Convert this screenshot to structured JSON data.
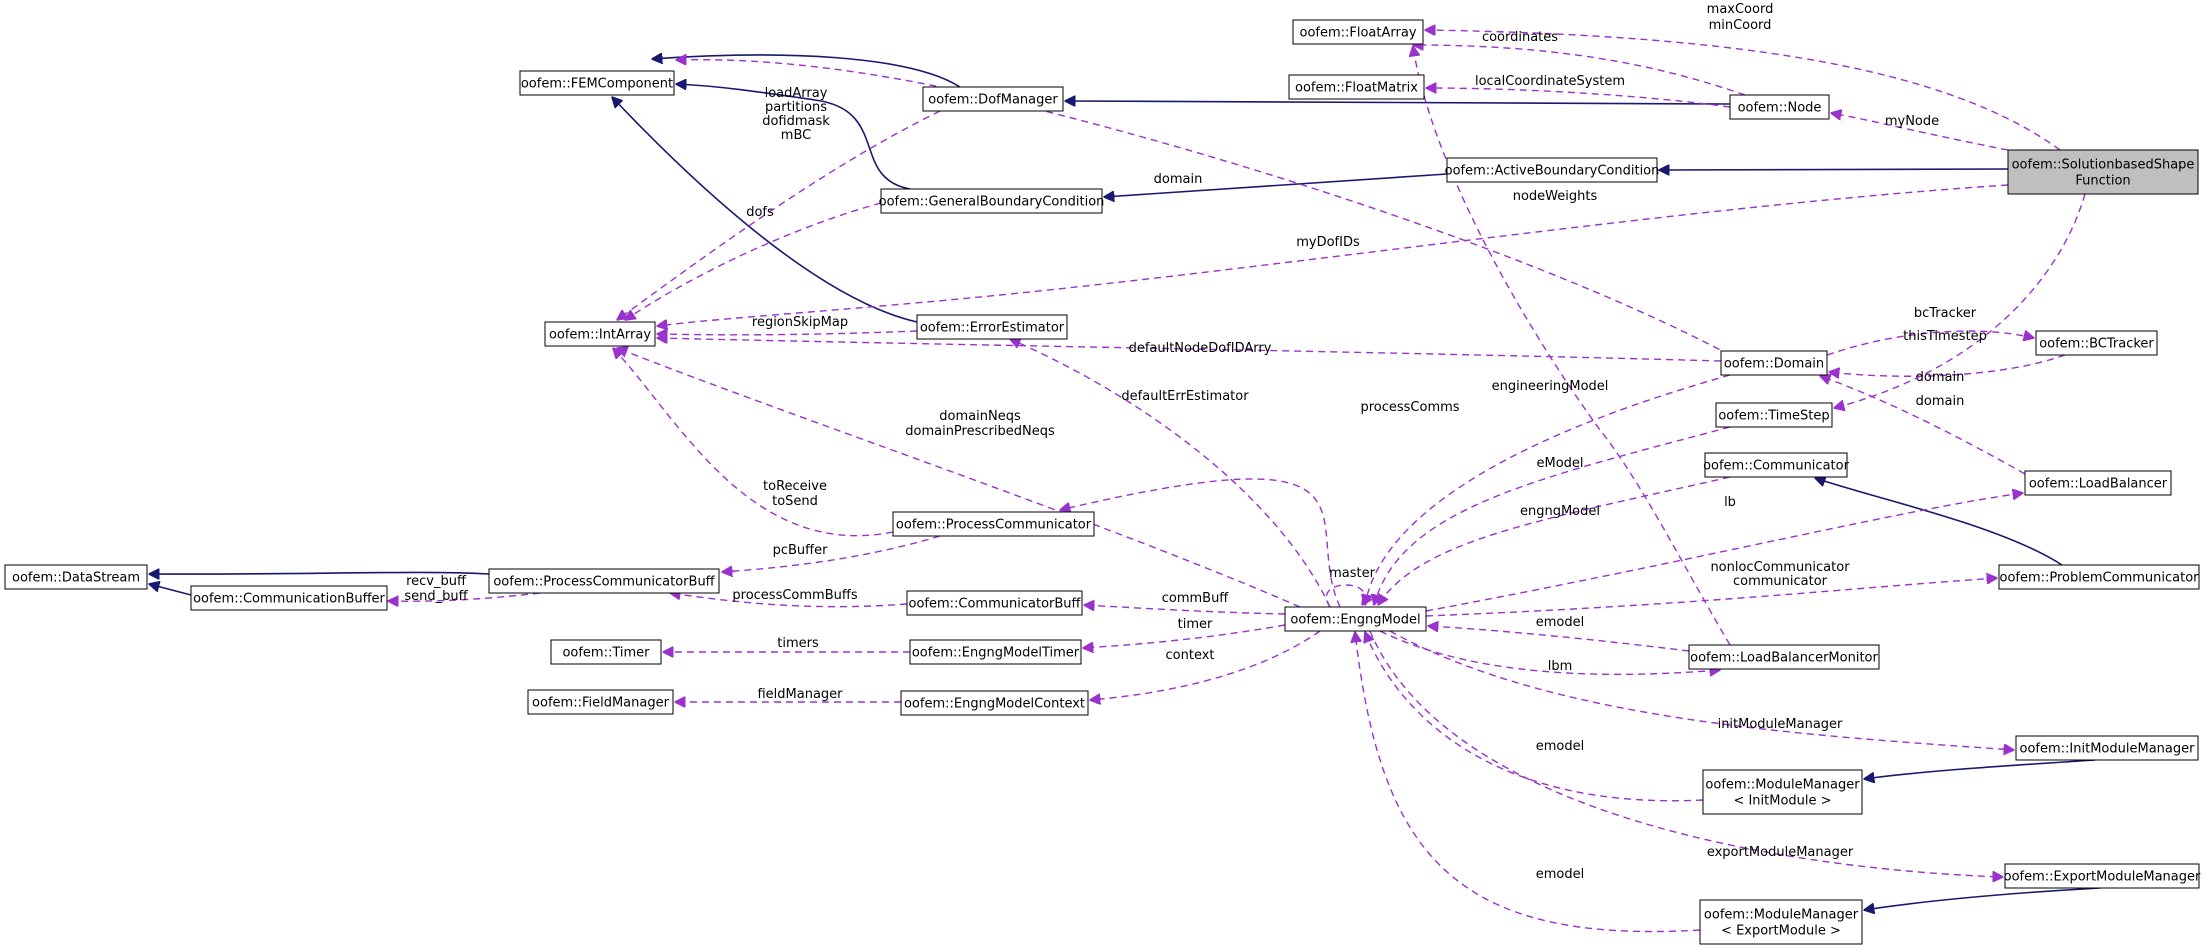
{
  "colors": {
    "inheritance": "#191970",
    "usage": "#9a32cd",
    "focus_fill": "#bfbfbf"
  },
  "nodes": {
    "float_array": "oofem::FloatArray",
    "float_matrix": "oofem::FloatMatrix",
    "fem_component": "oofem::FEMComponent",
    "dof_manager": "oofem::DofManager",
    "node": "oofem::Node",
    "active_bc": "oofem::ActiveBoundaryCondition",
    "solution_shape_function": [
      "oofem::SolutionbasedShape",
      "Function"
    ],
    "general_bc": "oofem::GeneralBoundaryCondition",
    "int_array": "oofem::IntArray",
    "error_estimator": "oofem::ErrorEstimator",
    "domain": "oofem::Domain",
    "bc_tracker": "oofem::BCTracker",
    "time_step": "oofem::TimeStep",
    "communicator": "oofem::Communicator",
    "load_balancer": "oofem::LoadBalancer",
    "process_communicator": "oofem::ProcessCommunicator",
    "data_stream": "oofem::DataStream",
    "process_comm_buff": "oofem::ProcessCommunicatorBuff",
    "communication_buffer": "oofem::CommunicationBuffer",
    "communicator_buff": "oofem::CommunicatorBuff",
    "engng_model": "oofem::EngngModel",
    "problem_communicator": "oofem::ProblemCommunicator",
    "timer": "oofem::Timer",
    "engng_model_timer": "oofem::EngngModelTimer",
    "load_balancer_monitor": "oofem::LoadBalancerMonitor",
    "field_manager": "oofem::FieldManager",
    "engng_model_context": "oofem::EngngModelContext",
    "init_module_manager": "oofem::InitModuleManager",
    "module_manager_init": [
      "oofem::ModuleManager",
      "< InitModule >"
    ],
    "export_module_manager": "oofem::ExportModuleManager",
    "module_manager_export": [
      "oofem::ModuleManager",
      "< ExportModule >"
    ]
  },
  "edges": [
    {
      "id": "dofmanager-femcomponent",
      "kind": "inheritance",
      "labels": []
    },
    {
      "id": "generalbc-femcomponent",
      "kind": "inheritance",
      "labels": []
    },
    {
      "id": "errorestimator-femcomponent",
      "kind": "inheritance",
      "labels": []
    },
    {
      "id": "node-dofmanager",
      "kind": "inheritance",
      "labels": []
    },
    {
      "id": "activebc-generalbc",
      "kind": "inheritance",
      "labels": [
        "domain"
      ]
    },
    {
      "id": "ssf-activebc",
      "kind": "inheritance",
      "labels": []
    },
    {
      "id": "processcommbuff-datastream",
      "kind": "inheritance",
      "labels": []
    },
    {
      "id": "communicationbuffer-datastream",
      "kind": "inheritance",
      "labels": []
    },
    {
      "id": "problemcommunicator-communicator",
      "kind": "inheritance",
      "labels": []
    },
    {
      "id": "initmodulemanager-modulemanager",
      "kind": "inheritance",
      "labels": []
    },
    {
      "id": "exportmodulemanager-modulemanager",
      "kind": "inheritance",
      "labels": []
    },
    {
      "id": "ssf-floatarray",
      "kind": "usage",
      "labels": [
        "maxCoord",
        "minCoord"
      ]
    },
    {
      "id": "node-floatarray",
      "kind": "usage",
      "labels": [
        "coordinates"
      ]
    },
    {
      "id": "node-floatmatrix",
      "kind": "usage",
      "labels": [
        "localCoordinateSystem"
      ]
    },
    {
      "id": "ssf-node",
      "kind": "usage",
      "labels": [
        "myNode"
      ]
    },
    {
      "id": "dofmanager-intarray",
      "kind": "usage",
      "labels": [
        "loadArray",
        "partitions",
        "dofidmask",
        "mBC"
      ]
    },
    {
      "id": "generalbc-intarray",
      "kind": "usage",
      "labels": [
        "dofs"
      ]
    },
    {
      "id": "ssf-intarray",
      "kind": "usage",
      "labels": [
        "nodeWeights",
        "myDofIDs"
      ]
    },
    {
      "id": "errorestimator-intarray",
      "kind": "usage",
      "labels": [
        "regionSkipMap"
      ]
    },
    {
      "id": "domain-intarray",
      "kind": "usage",
      "labels": [
        "defaultNodeDofIDArry"
      ]
    },
    {
      "id": "domain-femcomponent",
      "kind": "usage",
      "labels": []
    },
    {
      "id": "domain-bctracker",
      "kind": "usage",
      "labels": [
        "bcTracker"
      ]
    },
    {
      "id": "bctracker-domain",
      "kind": "usage",
      "labels": [
        "domain"
      ]
    },
    {
      "id": "loadbalancer-domain",
      "kind": "usage",
      "labels": [
        "domain"
      ]
    },
    {
      "id": "ssf-timestep",
      "kind": "usage",
      "labels": [
        "thisTimestep"
      ]
    },
    {
      "id": "lbm-floatarray",
      "kind": "usage",
      "labels": []
    },
    {
      "id": "processcommunicator-intarray",
      "kind": "usage",
      "labels": [
        "toReceive",
        "toSend"
      ]
    },
    {
      "id": "engngmodel-intarray",
      "kind": "usage",
      "labels": [
        "domainNeqs",
        "domainPrescribedNeqs"
      ]
    },
    {
      "id": "engngmodel-errorestimator",
      "kind": "usage",
      "labels": [
        "defaultErrEstimator"
      ]
    },
    {
      "id": "engngmodel-processcommunicator",
      "kind": "usage",
      "labels": [
        "processComms"
      ]
    },
    {
      "id": "processcommunicator-processcommbuff",
      "kind": "usage",
      "labels": [
        "pcBuffer"
      ]
    },
    {
      "id": "processcommbuff-communicationbuffer",
      "kind": "usage",
      "labels": [
        "recv_buff",
        "send_buff"
      ]
    },
    {
      "id": "communicatorbuff-processcommbuff",
      "kind": "usage",
      "labels": [
        "processCommBuffs"
      ]
    },
    {
      "id": "engngmodel-communicatorbuff",
      "kind": "usage",
      "labels": [
        "commBuff"
      ]
    },
    {
      "id": "engngmodel-engngmodeltimer",
      "kind": "usage",
      "labels": [
        "timer"
      ]
    },
    {
      "id": "engngmodeltimer-timer",
      "kind": "usage",
      "labels": [
        "timers"
      ]
    },
    {
      "id": "engngmodel-engngmodelcontext",
      "kind": "usage",
      "labels": [
        "context"
      ]
    },
    {
      "id": "engngmodelcontext-fieldmanager",
      "kind": "usage",
      "labels": [
        "fieldManager"
      ]
    },
    {
      "id": "domain-engngmodel",
      "kind": "usage",
      "labels": [
        "engineeringModel"
      ]
    },
    {
      "id": "timestep-engngmodel",
      "kind": "usage",
      "labels": [
        "eModel"
      ]
    },
    {
      "id": "communicator-engngmodel",
      "kind": "usage",
      "labels": [
        "engngModel"
      ]
    },
    {
      "id": "engngmodel-loadbalancer",
      "kind": "usage",
      "labels": [
        "lb"
      ]
    },
    {
      "id": "engngmodel-problemcommunicator",
      "kind": "usage",
      "labels": [
        "nonlocCommunicator",
        "communicator"
      ]
    },
    {
      "id": "engngmodel-self",
      "kind": "usage",
      "labels": [
        "master"
      ]
    },
    {
      "id": "lbm-engngmodel",
      "kind": "usage",
      "labels": [
        "emodel"
      ]
    },
    {
      "id": "engngmodel-lbm",
      "kind": "usage",
      "labels": [
        "lbm"
      ]
    },
    {
      "id": "engngmodel-initmodulemanager",
      "kind": "usage",
      "labels": [
        "initModuleManager"
      ]
    },
    {
      "id": "modulemanagerinit-engngmodel",
      "kind": "usage",
      "labels": [
        "emodel"
      ]
    },
    {
      "id": "engngmodel-exportmodulemanager",
      "kind": "usage",
      "labels": [
        "exportModuleManager"
      ]
    },
    {
      "id": "modulemanagerexport-engngmodel",
      "kind": "usage",
      "labels": [
        "emodel"
      ]
    }
  ]
}
